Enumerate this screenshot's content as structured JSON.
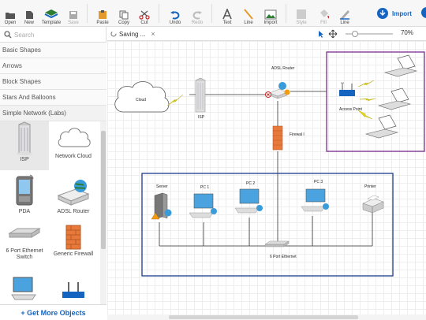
{
  "toolbar": {
    "open": "Open",
    "new": "New",
    "template": "Template",
    "save": "Save",
    "paste": "Paste",
    "copy": "Copy",
    "cut": "Cut",
    "undo": "Undo",
    "redo": "Redo",
    "text": "Text",
    "line": "Line",
    "import": "Import",
    "style": "Style",
    "fill": "Fill",
    "line2": "Line",
    "import_button": "Import"
  },
  "sidebar": {
    "search_placeholder": "Search",
    "categories": [
      "Basic Shapes",
      "Arrows",
      "Block Shapes",
      "Stars And Balloons",
      "Simple Network (Labs)"
    ],
    "shapes": [
      "ISP",
      "Network Cloud",
      "PDA",
      "ADSL Router",
      "6 Port Ethernet Switch",
      "Generic Firewall"
    ],
    "more_objects": "+ Get More Objects"
  },
  "tab": {
    "title": "Saving ...",
    "close": "×"
  },
  "zoom": "70%",
  "diagram": {
    "cloud": "Cloud",
    "isp": "ISP",
    "adsl_router": "ADSL Router",
    "firewall": "Firewal l",
    "access_point": "Access Point",
    "server": "Server",
    "pc1": "PC 1",
    "pc2": "PC 2",
    "pc3": "PC 3",
    "printer": "Printer",
    "switch": "6 Port Ethernet"
  },
  "colors": {
    "accent": "#1565c0",
    "wan_box": "#7b2c8f",
    "lan_box": "#1a3a8f",
    "lightning": "#e8d81a"
  }
}
